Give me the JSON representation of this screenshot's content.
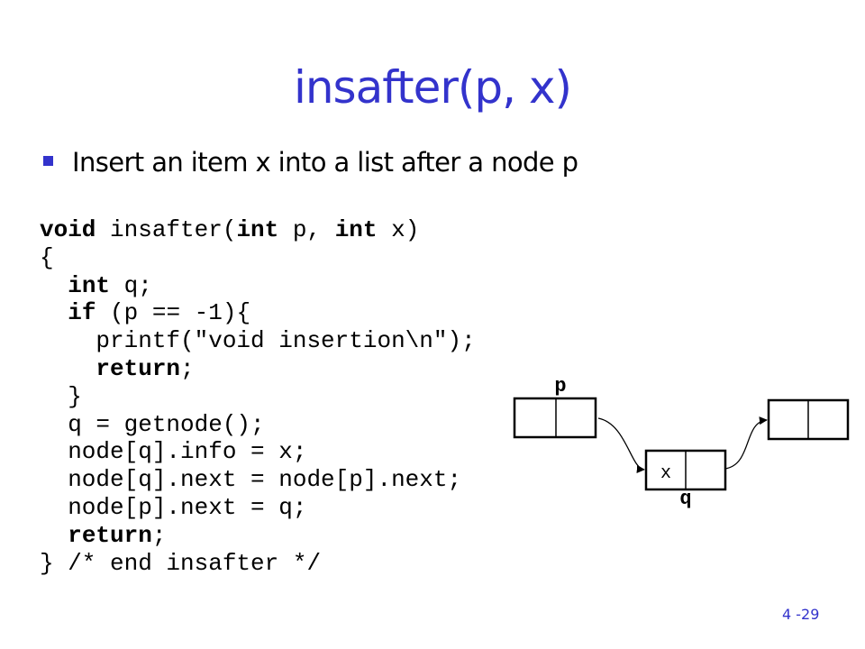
{
  "title": "insafter(p, x)",
  "bullet": "Insert an item x into a list after a node p",
  "code": {
    "lines": [
      [
        {
          "t": "void",
          "b": true
        },
        {
          "t": " insafter("
        },
        {
          "t": "int",
          "b": true
        },
        {
          "t": " p, "
        },
        {
          "t": "int",
          "b": true
        },
        {
          "t": " x)"
        }
      ],
      [
        {
          "t": "{"
        }
      ],
      [
        {
          "t": "  "
        },
        {
          "t": "int",
          "b": true
        },
        {
          "t": " q;"
        }
      ],
      [
        {
          "t": "  "
        },
        {
          "t": "if",
          "b": true
        },
        {
          "t": " (p == -1){"
        }
      ],
      [
        {
          "t": "    printf(\"void insertion\\n\");"
        }
      ],
      [
        {
          "t": "    "
        },
        {
          "t": "return",
          "b": true
        },
        {
          "t": ";"
        }
      ],
      [
        {
          "t": "  }"
        }
      ],
      [
        {
          "t": "  q = getnode();"
        }
      ],
      [
        {
          "t": "  node[q].info = x;"
        }
      ],
      [
        {
          "t": "  node[q].next = node[p].next;"
        }
      ],
      [
        {
          "t": "  node[p].next = q;"
        }
      ],
      [
        {
          "t": "  "
        },
        {
          "t": "return",
          "b": true
        },
        {
          "t": ";"
        }
      ],
      [
        {
          "t": "} /* end insafter */"
        }
      ]
    ]
  },
  "diagram": {
    "label_p": "p",
    "label_x": "x",
    "label_q": "q"
  },
  "page_number": "4 -29"
}
